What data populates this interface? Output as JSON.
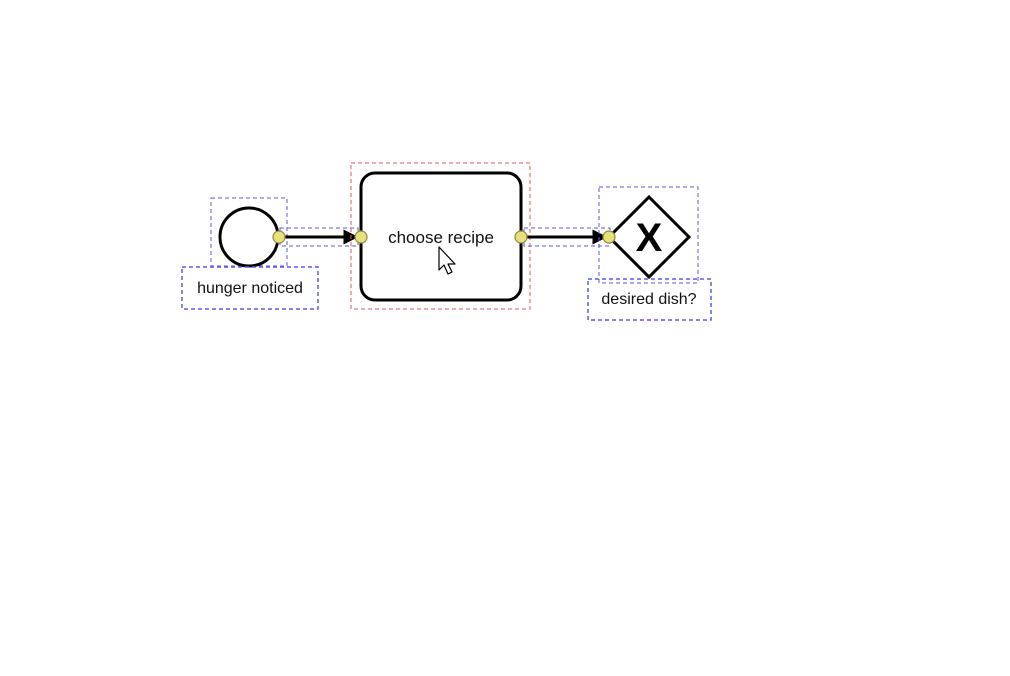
{
  "diagram": {
    "start_event": {
      "label": "hunger noticed"
    },
    "task": {
      "label": "choose recipe"
    },
    "gateway": {
      "symbol": "X",
      "label": "desired dish?"
    }
  },
  "colors": {
    "stroke": "#000000",
    "selection_task": "#e05a5a",
    "selection_default": "#5a5aee",
    "anchor_fill": "#e8e07a",
    "anchor_stroke": "#8a8a40"
  }
}
